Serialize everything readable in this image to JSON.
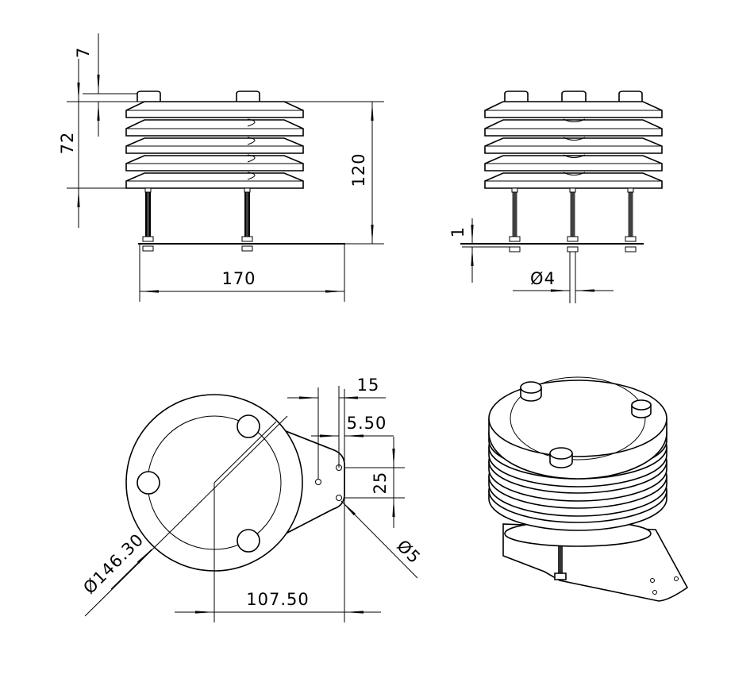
{
  "views": {
    "front": "front-view",
    "side": "side-view",
    "top": "top-view",
    "iso": "isometric-view"
  },
  "dimensions": {
    "front_cap_thickness": "7",
    "front_plate_stack": "72",
    "front_total_height": "120",
    "front_base_width": "170",
    "side_base_thickness": "1",
    "side_rod_diameter": "Ø4",
    "top_bracket_hole_offset": "15",
    "top_bracket_edge": "5.50",
    "top_bracket_hole_spacing": "25",
    "top_hole_diameter": "Ø5",
    "top_plate_diameter": "Ø146.30",
    "top_center_to_bracket": "107.50"
  },
  "colors": {
    "line": "#000000",
    "background": "#ffffff"
  }
}
